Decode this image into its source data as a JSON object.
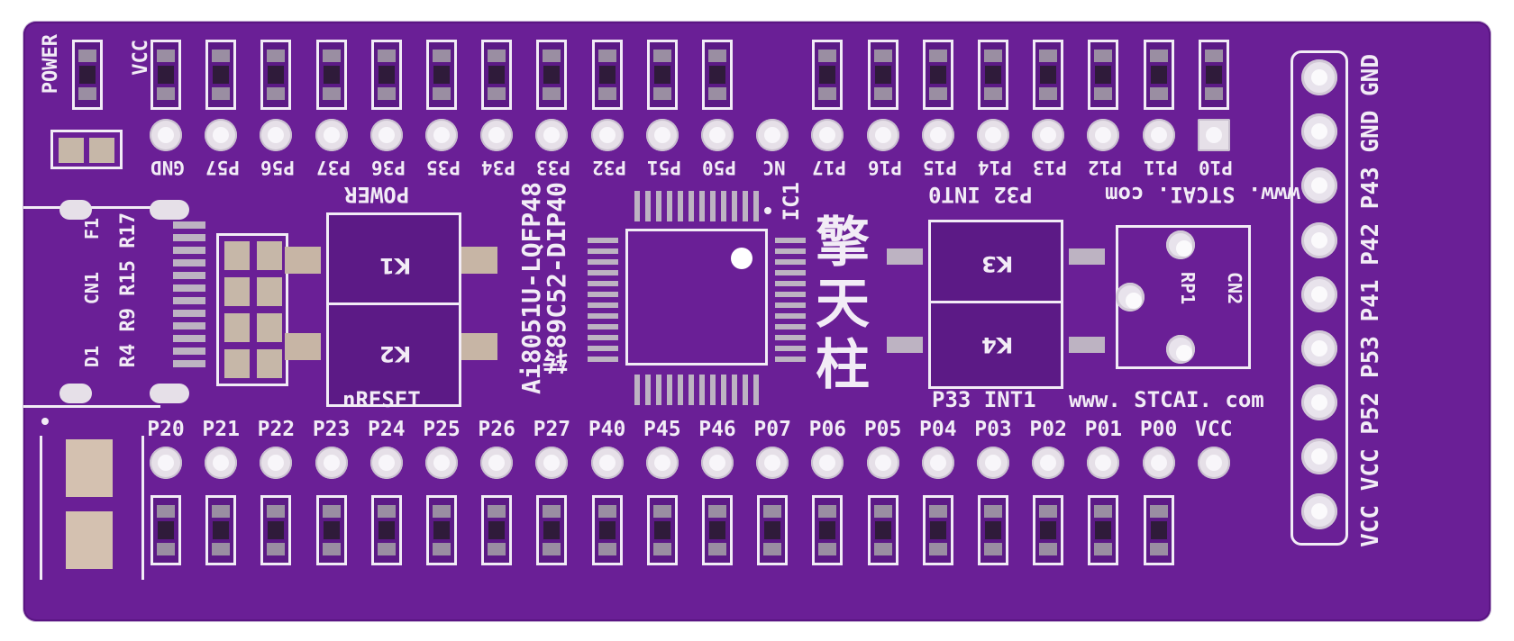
{
  "board": {
    "color": "#6a1f96",
    "silkscreen_color": "#f2ecf6"
  },
  "top_pin_labels": [
    "GND",
    "P57",
    "P56",
    "P37",
    "P36",
    "P35",
    "P34",
    "P33",
    "P32",
    "P51",
    "P50",
    "NC",
    "P17",
    "P16",
    "P15",
    "P14",
    "P13",
    "P12",
    "P11",
    "P10"
  ],
  "bottom_pin_labels": [
    "P20",
    "P21",
    "P22",
    "P23",
    "P24",
    "P25",
    "P26",
    "P27",
    "P40",
    "P45",
    "P46",
    "P07",
    "P06",
    "P05",
    "P04",
    "P03",
    "P02",
    "P01",
    "P00",
    "VCC"
  ],
  "right_header_labels": "VCC VCC P52 P53 P41 P42 P43 GND GND",
  "labels": {
    "power_corner": "POWER",
    "vcc_top": "VCC",
    "power_btn": "POWER",
    "k1": "K1",
    "k2": "K2",
    "k3": "K3",
    "k4": "K4",
    "nreset": "nRESET",
    "ic1": "IC1",
    "chip_line1": "Ai8051U-LQFP48",
    "chip_line2": "转89C52-DIP40",
    "brand_cn": "擎天柱",
    "www_top": "www. STCAI. com",
    "p32_int0": "P32 INT0",
    "p33_int1": "P33  INT1",
    "www_bottom": "www. STCAI. com",
    "rp1": "RP1",
    "cn2": "CN2",
    "f1": "F1",
    "cn1": "CN1",
    "d1": "D1",
    "resistors": "R4 R9 R15 R17"
  }
}
